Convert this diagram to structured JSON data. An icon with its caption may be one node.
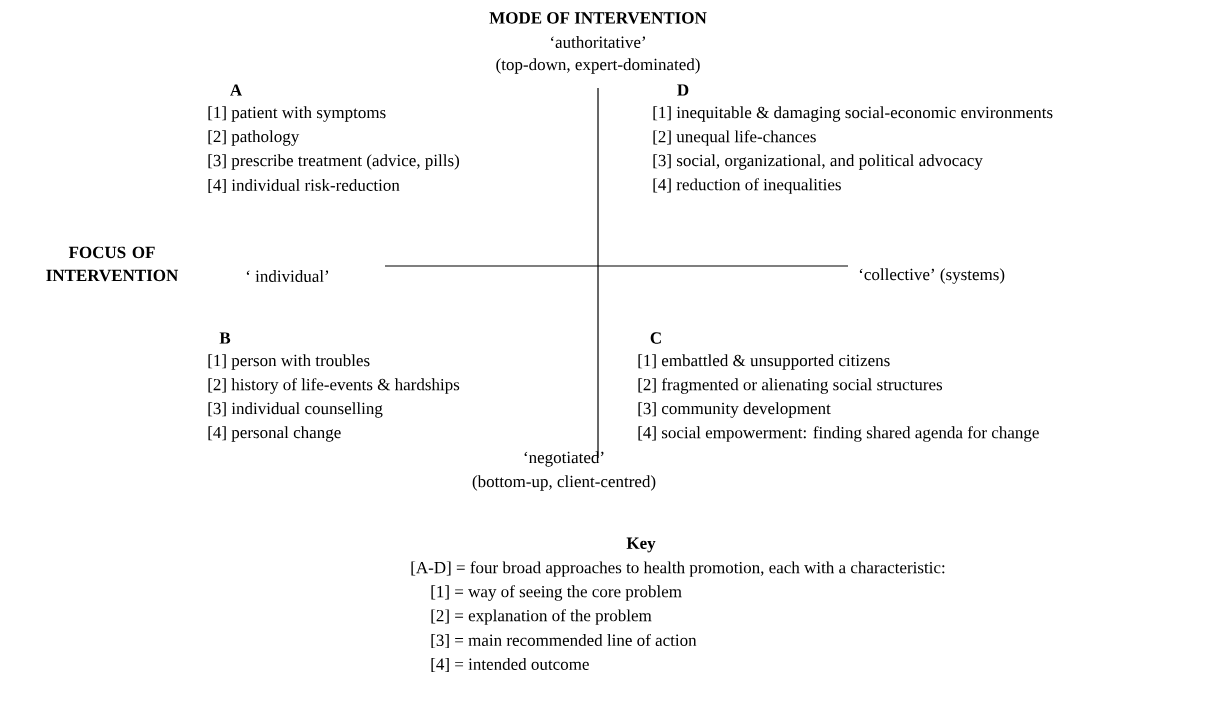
{
  "diagram": {
    "labels": [
      "MODE OF INTERVENTION",
      "‘authoritative’",
      "(top-down, expert-dominated)",
      "A",
      "[1] patient with symptoms",
      "[2] pathology",
      "[3] prescribe treatment (advice, pills)",
      "[4] individual risk-reduction",
      "D",
      "[1] inequitable & damaging social-economic environments",
      "[2] unequal life-chances",
      "[3] social, organizational, and political advocacy",
      "[4] reduction of inequalities",
      "FOCUS OF INTERVENTION",
      "‘ individual’",
      "‘collective’ (systems)",
      "B",
      "[1] person with troubles",
      "[2] history of life-events & hardships",
      "[3] individual counselling",
      "[4] personal change",
      "C",
      "[1] embattled & unsupported citizens",
      "[2] fragmented or alienating social structures",
      "[3] community development",
      "[4] social empowerment: finding shared agenda for change",
      "‘negotiated’",
      "(bottom-up, client-centred)",
      "Key",
      "[A-D] = four broad approaches to health promotion, each with a characteristic:",
      "[1] = way of seeing the core problem",
      "[2] = explanation of the problem",
      "[3] = main recommended line of action",
      "[4] = intended outcome"
    ]
  }
}
